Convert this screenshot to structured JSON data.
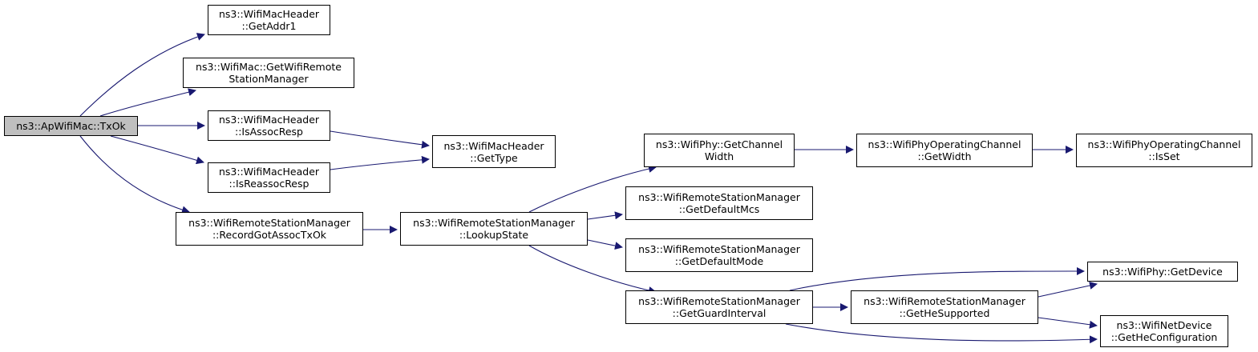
{
  "nodes": {
    "txok": {
      "lines": [
        "ns3::ApWifiMac::TxOk"
      ]
    },
    "getaddr1": {
      "lines": [
        "ns3::WifiMacHeader",
        "::GetAddr1"
      ]
    },
    "getwrsm": {
      "lines": [
        "ns3::WifiMac::GetWifiRemote",
        "StationManager"
      ]
    },
    "isassocresp": {
      "lines": [
        "ns3::WifiMacHeader",
        "::IsAssocResp"
      ]
    },
    "isreassocresp": {
      "lines": [
        "ns3::WifiMacHeader",
        "::IsReassocResp"
      ]
    },
    "recordgot": {
      "lines": [
        "ns3::WifiRemoteStationManager",
        "::RecordGotAssocTxOk"
      ]
    },
    "gettype": {
      "lines": [
        "ns3::WifiMacHeader",
        "::GetType"
      ]
    },
    "lookupstate": {
      "lines": [
        "ns3::WifiRemoteStationManager",
        "::LookupState"
      ]
    },
    "getchannelwidth": {
      "lines": [
        "ns3::WifiPhy::GetChannel",
        "Width"
      ]
    },
    "getdefaultmcs": {
      "lines": [
        "ns3::WifiRemoteStationManager",
        "::GetDefaultMcs"
      ]
    },
    "getdefaultmode": {
      "lines": [
        "ns3::WifiRemoteStationManager",
        "::GetDefaultMode"
      ]
    },
    "getguardinterval": {
      "lines": [
        "ns3::WifiRemoteStationManager",
        "::GetGuardInterval"
      ]
    },
    "getwidth": {
      "lines": [
        "ns3::WifiPhyOperatingChannel",
        "::GetWidth"
      ]
    },
    "isset": {
      "lines": [
        "ns3::WifiPhyOperatingChannel",
        "::IsSet"
      ]
    },
    "gethesupported": {
      "lines": [
        "ns3::WifiRemoteStationManager",
        "::GetHeSupported"
      ]
    },
    "getdevice": {
      "lines": [
        "ns3::WifiPhy::GetDevice"
      ]
    },
    "gethecfg": {
      "lines": [
        "ns3::WifiNetDevice",
        "::GetHeConfiguration"
      ]
    }
  },
  "edges": [
    [
      "txok",
      "getaddr1"
    ],
    [
      "txok",
      "getwrsm"
    ],
    [
      "txok",
      "isassocresp"
    ],
    [
      "txok",
      "isreassocresp"
    ],
    [
      "txok",
      "recordgot"
    ],
    [
      "isassocresp",
      "gettype"
    ],
    [
      "isreassocresp",
      "gettype"
    ],
    [
      "recordgot",
      "lookupstate"
    ],
    [
      "lookupstate",
      "getchannelwidth"
    ],
    [
      "lookupstate",
      "getdefaultmcs"
    ],
    [
      "lookupstate",
      "getdefaultmode"
    ],
    [
      "lookupstate",
      "getguardinterval"
    ],
    [
      "getchannelwidth",
      "getwidth"
    ],
    [
      "getwidth",
      "isset"
    ],
    [
      "getguardinterval",
      "getdevice"
    ],
    [
      "getguardinterval",
      "gethesupported"
    ],
    [
      "getguardinterval",
      "gethecfg"
    ],
    [
      "gethesupported",
      "getdevice"
    ],
    [
      "gethesupported",
      "gethecfg"
    ]
  ],
  "colors": {
    "edge": "#191970",
    "root_fill": "#bfbfbf",
    "node_fill": "#ffffff",
    "border": "#000000"
  }
}
